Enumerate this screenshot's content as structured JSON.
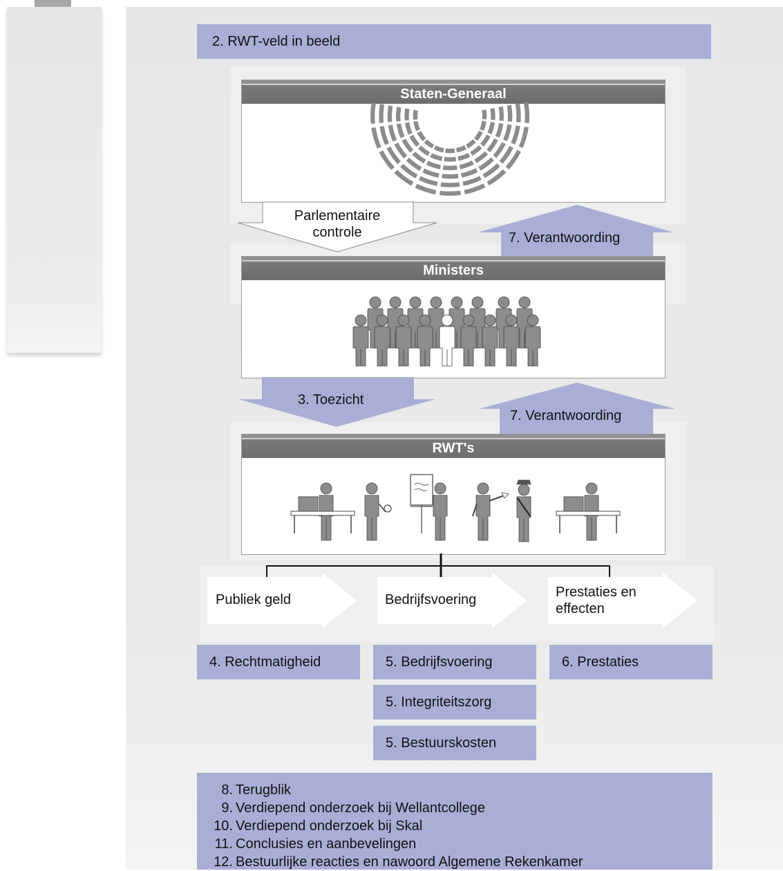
{
  "header": {
    "title": "2. RWT-veld in beeld"
  },
  "cards": {
    "staten": "Staten-Generaal",
    "ministers": "Ministers",
    "rwts": "RWT's"
  },
  "flow": {
    "parlementaire": [
      "Parlementaire",
      "controle"
    ],
    "verantwoording_top": "7. Verantwoording",
    "toezicht": "3. Toezicht",
    "verantwoording_bottom": "7. Verantwoording"
  },
  "outputs": {
    "publiek": "Publiek geld",
    "bedrijfsvoering": "Bedrijfsvoering",
    "prestaties": [
      "Prestaties en",
      "effecten"
    ]
  },
  "chapters": {
    "rechtmatigheid": "4. Rechtmatigheid",
    "bedrijfsvoering": "5. Bedrijfsvoering",
    "integriteitszorg": "5. Integriteitszorg",
    "bestuurskosten": "5. Bestuurskosten",
    "prestaties": "6. Prestaties"
  },
  "conclusions": [
    {
      "num": "8.",
      "text": "Terugblik"
    },
    {
      "num": "9.",
      "text": "Verdiepend onderzoek bij Wellantcollege"
    },
    {
      "num": "10.",
      "text": "Verdiepend onderzoek bij Skal"
    },
    {
      "num": "11.",
      "text": "Conclusies en aanbevelingen"
    },
    {
      "num": "12.",
      "text": "Bestuurlijke reacties en nawoord Algemene Rekenkamer"
    }
  ],
  "colors": {
    "purple": "#aaaed6",
    "panel": "#e8e8e8",
    "figure": "#8c8c8c",
    "header": "#6d6d6d"
  },
  "icons": [
    "parliament-seats-icon",
    "ministers-group-icon",
    "workers-group-icon"
  ]
}
